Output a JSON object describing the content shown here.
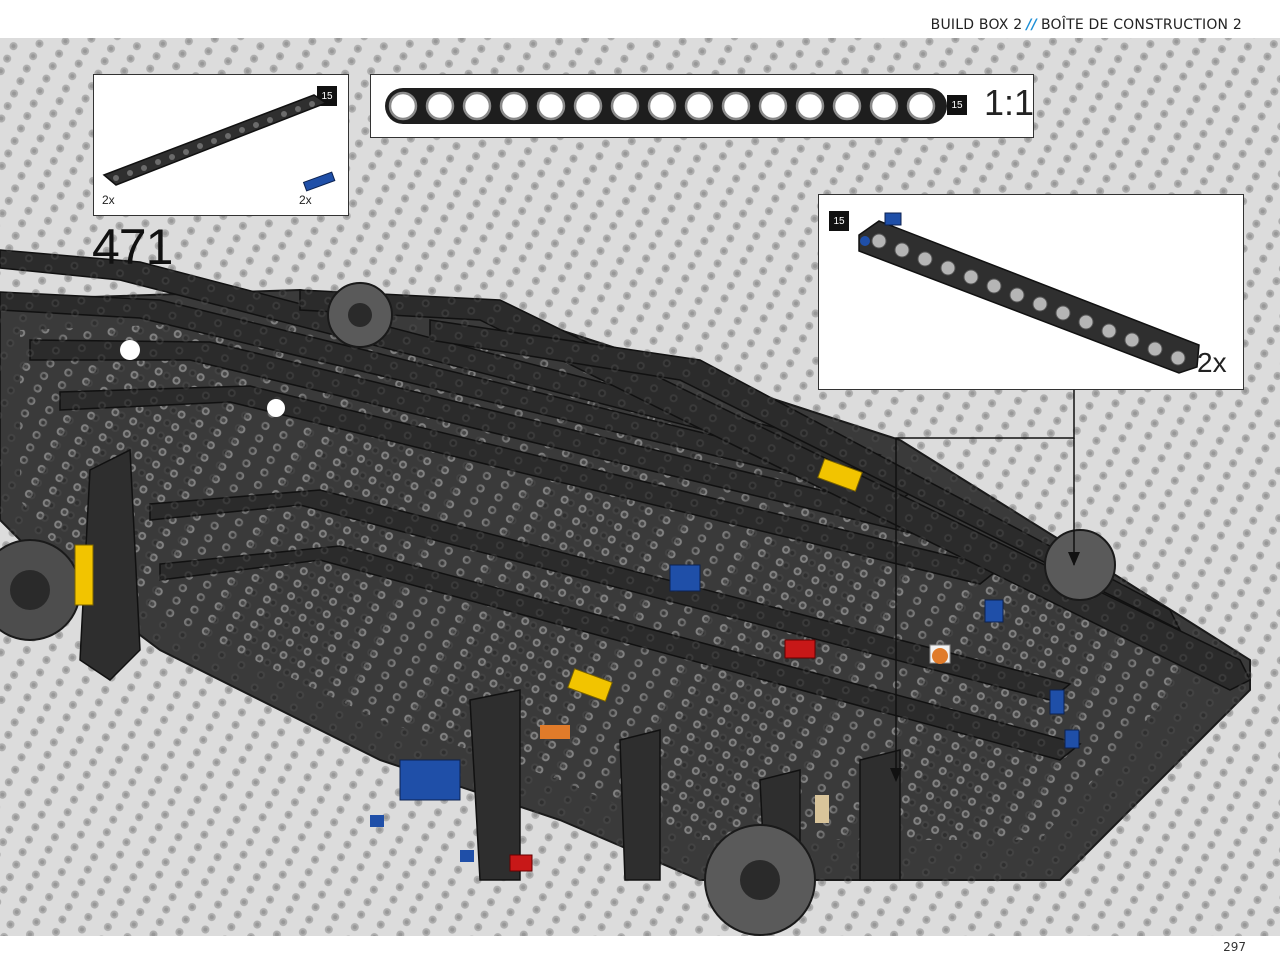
{
  "header": {
    "left": "BUILD BOX 2",
    "separator": "//",
    "right": "BOÎTE DE CONSTRUCTION 2"
  },
  "step": {
    "number": "471"
  },
  "parts_callout": {
    "beam_length": "15",
    "beam_qty": "2x",
    "pin_qty": "2x"
  },
  "scale_box": {
    "length": "15",
    "scale": "1:1"
  },
  "sub_callout": {
    "length": "15",
    "qty": "2x"
  },
  "footer": {
    "page_number": "297"
  },
  "colors": {
    "background": "#dcdcdc",
    "beam_dark": "#2b2b2b",
    "beam_light": "#b9b9b9",
    "pin_blue": "#1f4fa8",
    "accent_yellow": "#f2c400",
    "accent_red": "#c81818",
    "separator_blue": "#1e8fd6"
  }
}
